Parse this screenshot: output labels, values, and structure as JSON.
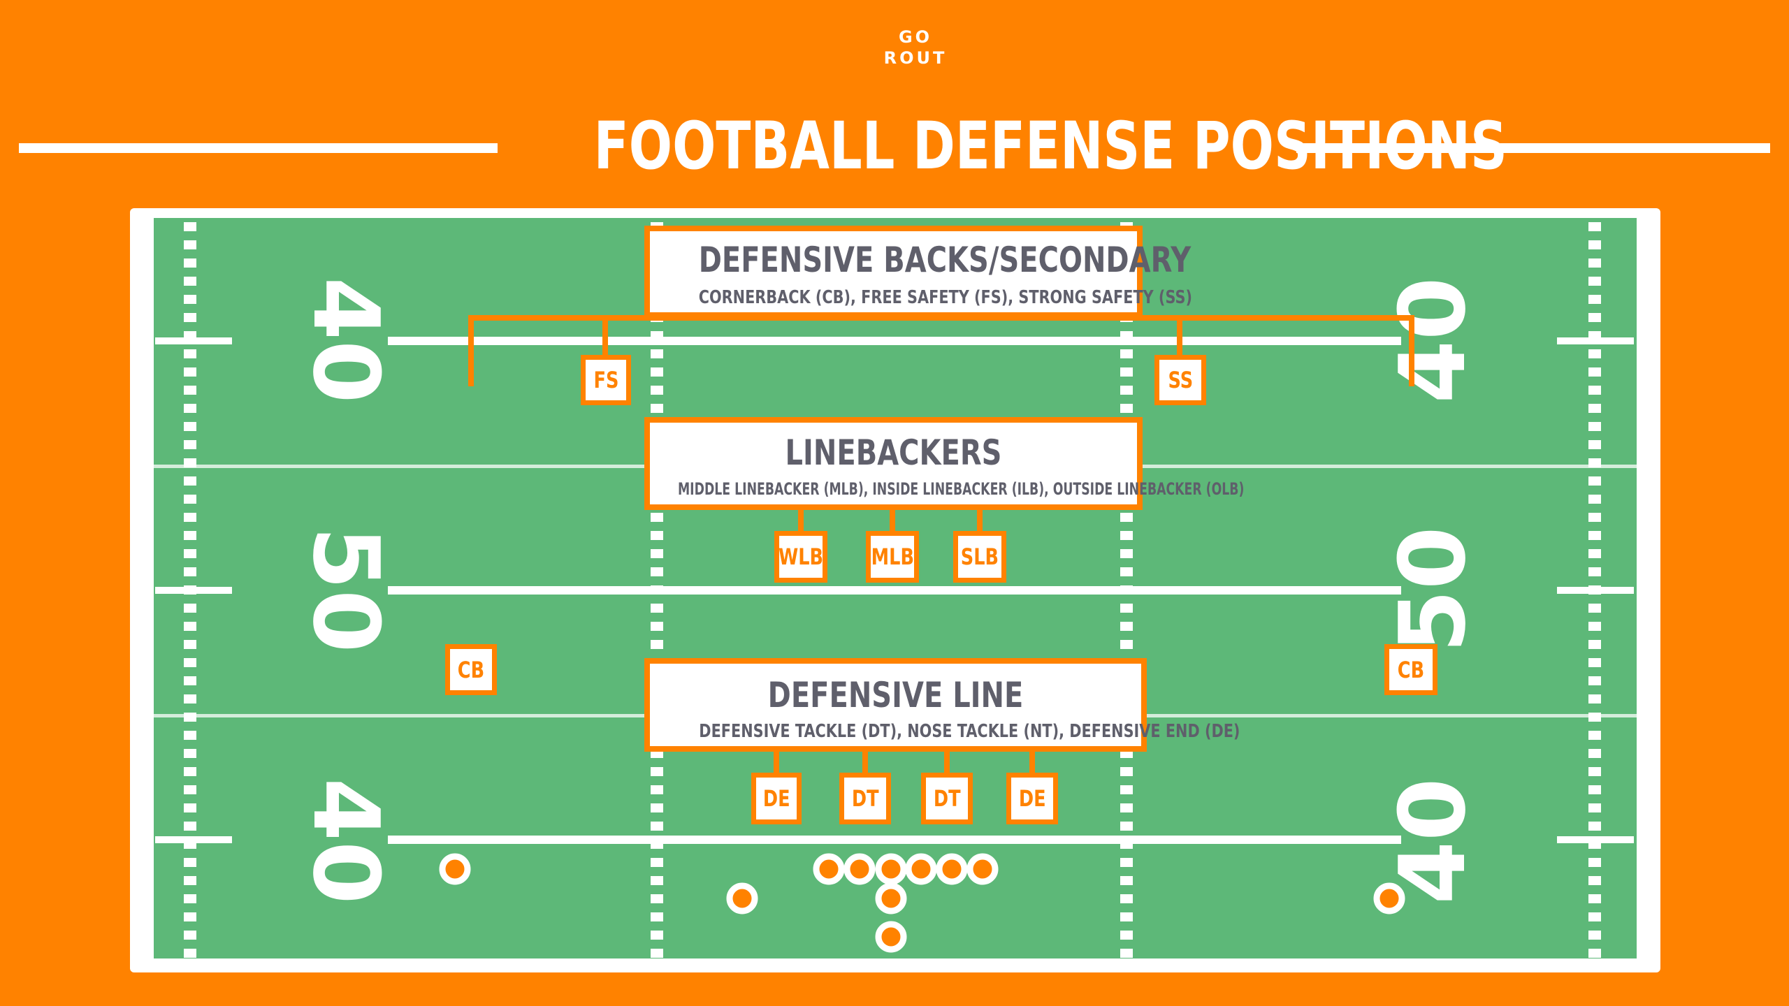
{
  "logo": {
    "line1": "GO",
    "line2": "ROUT"
  },
  "title": "FOOTBALL DEFENSE POSITIONS",
  "colors": {
    "background": "#FF8200",
    "field": "#5DB878",
    "field_lines": "#FFFFFF",
    "accent": "#FF8200",
    "box_text": "#5F5F6B"
  },
  "yard_numbers": {
    "top": "40",
    "middle": "50",
    "bottom": "40"
  },
  "categories": {
    "secondary": {
      "title": "DEFENSIVE BACKS/SECONDARY",
      "subtitle": "CORNERBACK (CB), FREE SAFETY (FS), STRONG SAFETY (SS)"
    },
    "linebackers": {
      "title": "LINEBACKERS",
      "subtitle": "MIDDLE LINEBACKER (MLB), INSIDE LINEBACKER (ILB), OUTSIDE LINEBACKER (OLB)"
    },
    "line": {
      "title": "DEFENSIVE LINE",
      "subtitle": "DEFENSIVE TACKLE (DT), NOSE TACKLE (NT), DEFENSIVE END (DE)"
    }
  },
  "positions": {
    "fs": "FS",
    "ss": "SS",
    "wlb": "WLB",
    "mlb": "MLB",
    "slb": "SLB",
    "cb_left": "CB",
    "cb_right": "CB",
    "de_left": "DE",
    "dt_left": "DT",
    "dt_right": "DT",
    "de_right": "DE"
  },
  "offense_players": 11
}
